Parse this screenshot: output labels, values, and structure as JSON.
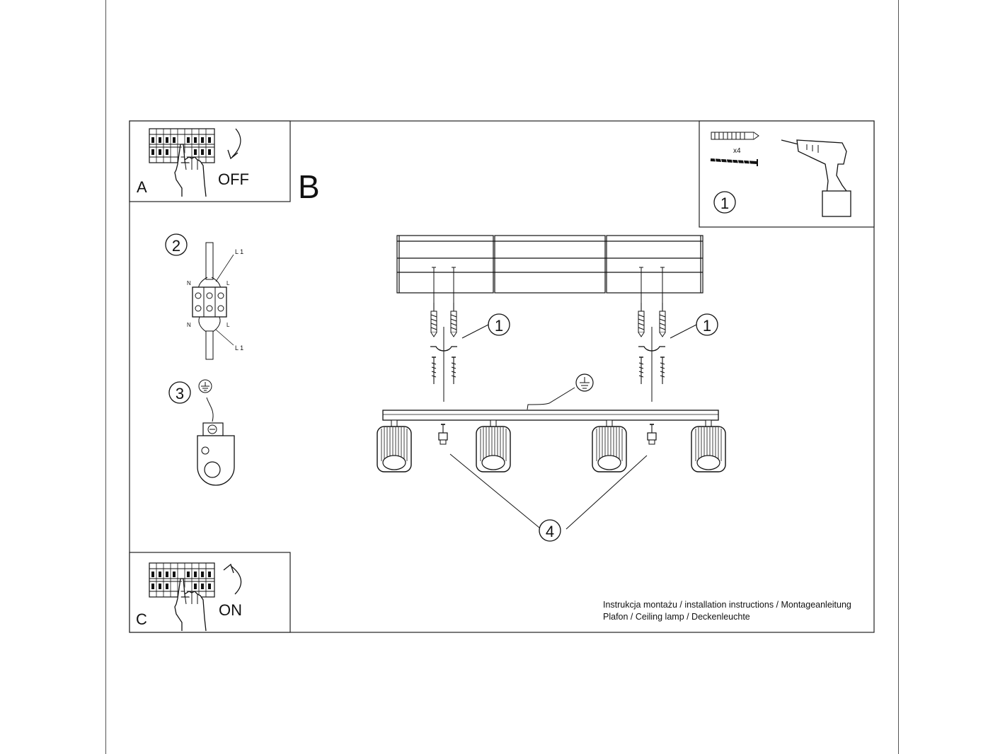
{
  "step_a": {
    "letter": "A",
    "action": "OFF"
  },
  "step_b": {
    "letter": "B"
  },
  "step_c": {
    "letter": "C",
    "action": "ON"
  },
  "callouts": {
    "one": "1",
    "two": "2",
    "three": "3",
    "four": "4"
  },
  "kit": {
    "anchor_qty": "x4"
  },
  "wiring": {
    "l1": "L 1",
    "n": "N",
    "l": "L"
  },
  "footer": {
    "line1": "Instrukcja montażu / installation instructions / Montageanleitung",
    "line2": "Plafon / Ceiling lamp / Deckenleuchte"
  },
  "icons": [
    "hand-switch-icon",
    "arrow-down-icon",
    "arrow-up-icon",
    "drill-icon",
    "wall-plug-icon",
    "screw-icon",
    "ground-symbol-icon",
    "terminal-block-icon",
    "spotlight-icon"
  ]
}
